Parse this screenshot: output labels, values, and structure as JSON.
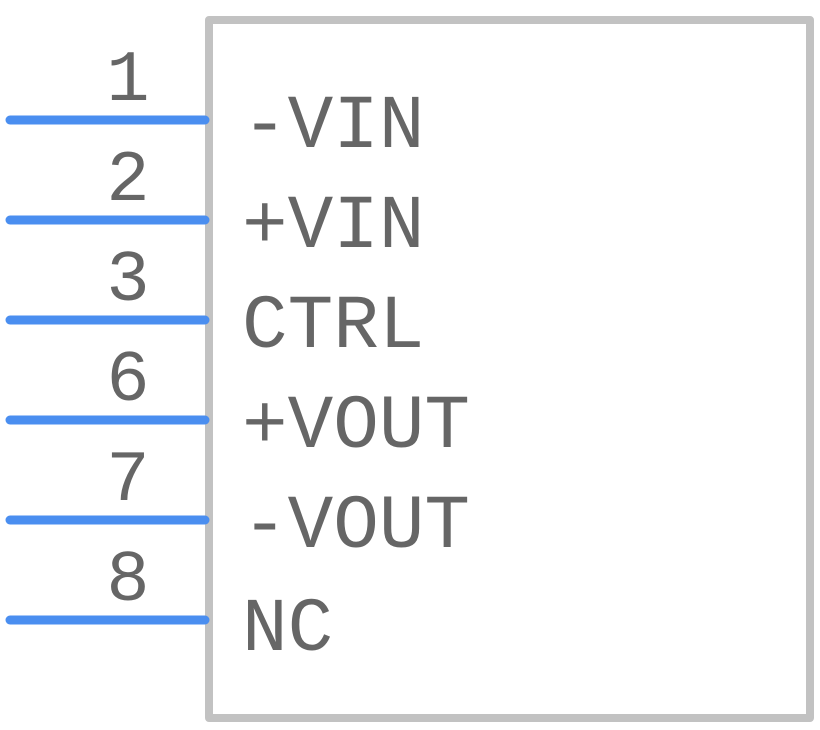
{
  "component": {
    "body_color": "#c2c2c2",
    "pin_color": "#4a8ef0",
    "text_color": "#666666",
    "pins": [
      {
        "number": "1",
        "name": "-VIN"
      },
      {
        "number": "2",
        "name": "+VIN"
      },
      {
        "number": "3",
        "name": "CTRL"
      },
      {
        "number": "6",
        "name": "+VOUT"
      },
      {
        "number": "7",
        "name": "-VOUT"
      },
      {
        "number": "8",
        "name": "NC"
      }
    ]
  }
}
